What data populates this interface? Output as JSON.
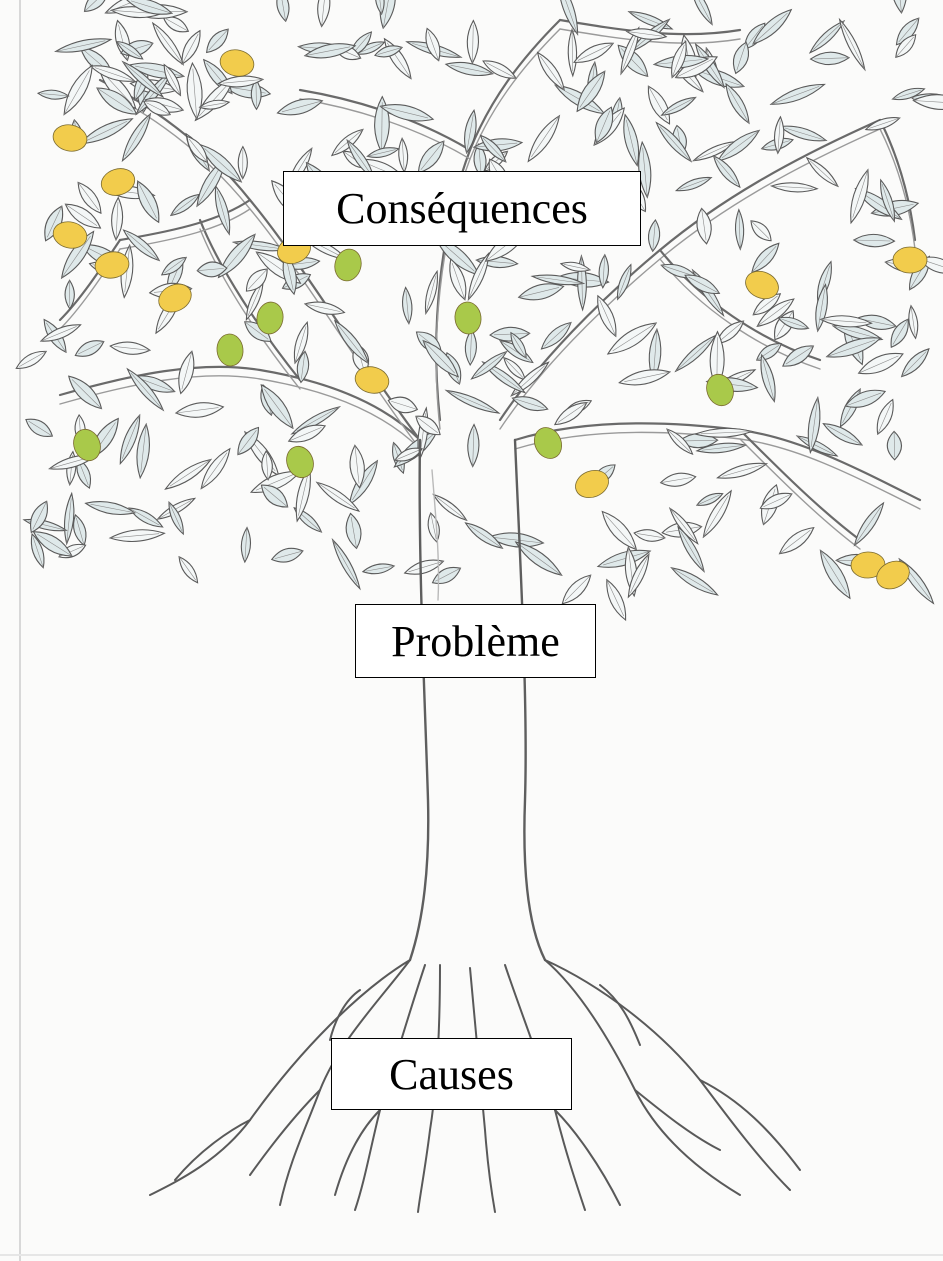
{
  "labels": {
    "consequences": "Conséquences",
    "problem": "Problème",
    "causes": "Causes"
  },
  "colors": {
    "paper": "#fbfbfa",
    "pencil": "#5a5a5a",
    "leaf_fill": "#dfe9ea",
    "fruit_yellow": "#f2cc4c",
    "fruit_green": "#a9c94a",
    "label_border": "#000000"
  }
}
